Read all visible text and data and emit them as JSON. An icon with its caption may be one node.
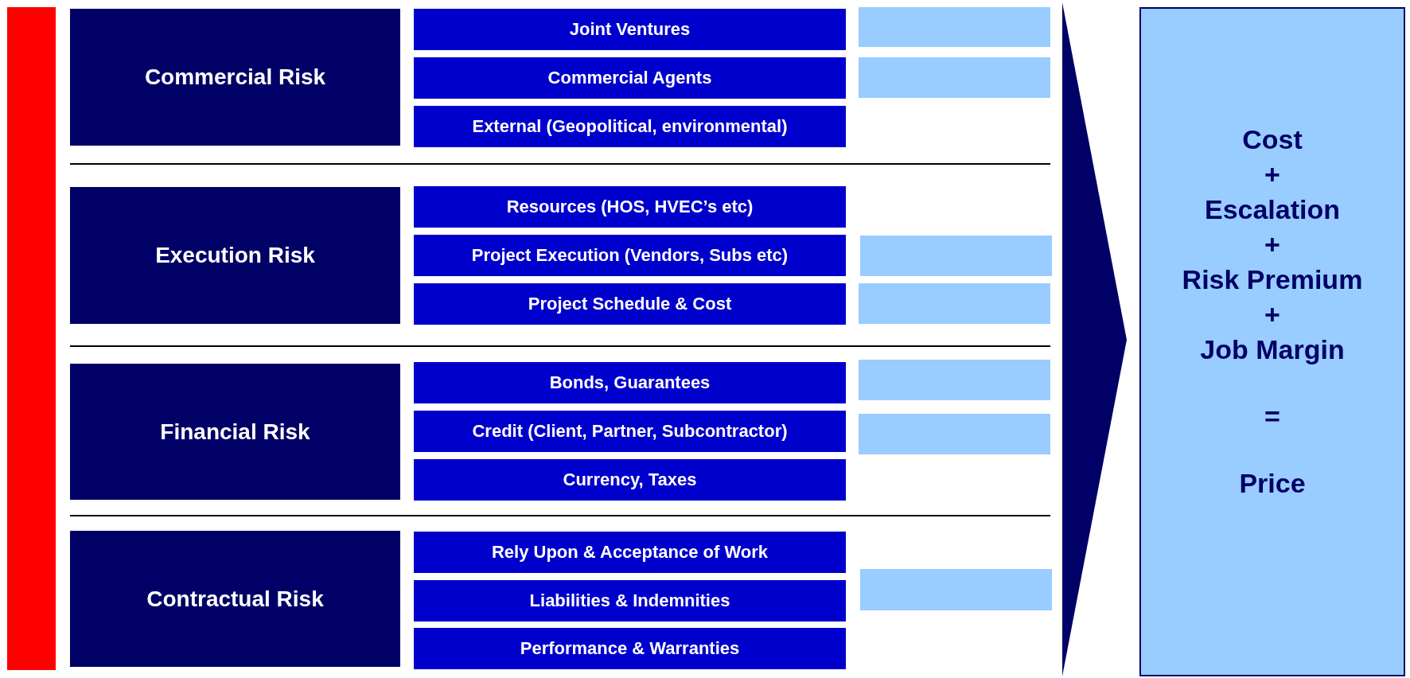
{
  "diagram": {
    "nodes": [
      {
        "text": [],
        "shape": "bar"
      },
      {
        "text": [
          "Commercial Risk"
        ]
      },
      {
        "text": [
          "Joint Ventures"
        ]
      },
      {
        "text": [],
        "shape": "box"
      },
      {
        "text": [
          "Commercial Agents"
        ]
      },
      {
        "text": [],
        "shape": "box"
      },
      {
        "text": [
          "External (Geopolitical, environmental)"
        ]
      },
      {
        "text": [
          "Execution Risk"
        ]
      },
      {
        "text": [
          "Resources (HOS, HVEC’s etc)"
        ]
      },
      {
        "text": [
          "Project Execution (Vendors, Subs etc)"
        ]
      },
      {
        "text": [],
        "shape": "box"
      },
      {
        "text": [
          "Project Schedule & Cost"
        ]
      },
      {
        "text": [],
        "shape": "box"
      },
      {
        "text": [
          "Financial Risk"
        ]
      },
      {
        "text": [
          "Bonds, Guarantees"
        ]
      },
      {
        "text": [],
        "shape": "box"
      },
      {
        "text": [
          "Credit (Client, Partner, Subcontractor)"
        ]
      },
      {
        "text": [],
        "shape": "box"
      },
      {
        "text": [
          "Currency, Taxes"
        ]
      },
      {
        "text": [
          "Contractual Risk"
        ]
      },
      {
        "text": [
          "Rely Upon & Acceptance of Work"
        ]
      },
      {
        "text": [
          "Liabilities & Indemnities"
        ]
      },
      {
        "text": [],
        "shape": "box"
      },
      {
        "text": [
          "Performance & Warranties"
        ]
      },
      {
        "text": [
          "Cost",
          "+",
          "Escalation",
          "+",
          "Risk Premium",
          "+",
          "Job Margin",
          "=",
          "Price"
        ]
      }
    ]
  }
}
